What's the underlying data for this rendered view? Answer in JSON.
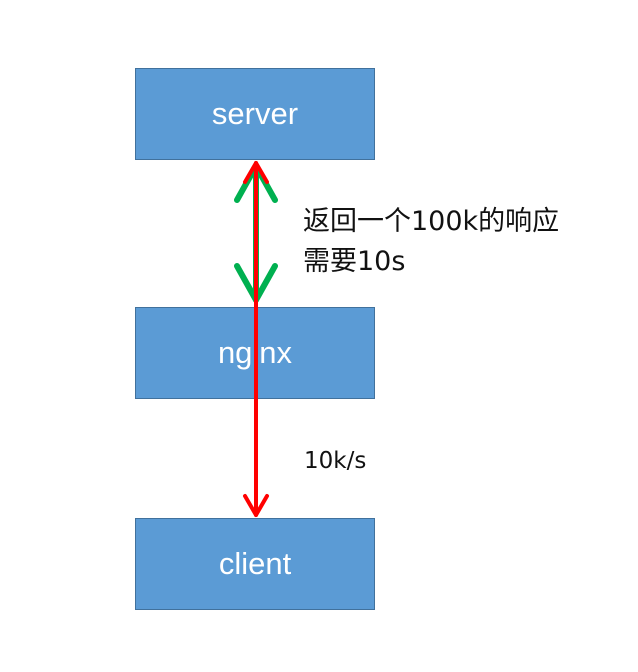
{
  "boxes": {
    "server": "server",
    "nginx": "nginx",
    "client": "client"
  },
  "annotations": {
    "response_line1": "返回一个100k的响应",
    "response_line2": "需要10s",
    "rate": "10k/s"
  },
  "colors": {
    "box_fill": "#5b9bd5",
    "box_border": "#41719c",
    "green_arrow": "#00b050",
    "red_arrow": "#ff0000"
  }
}
